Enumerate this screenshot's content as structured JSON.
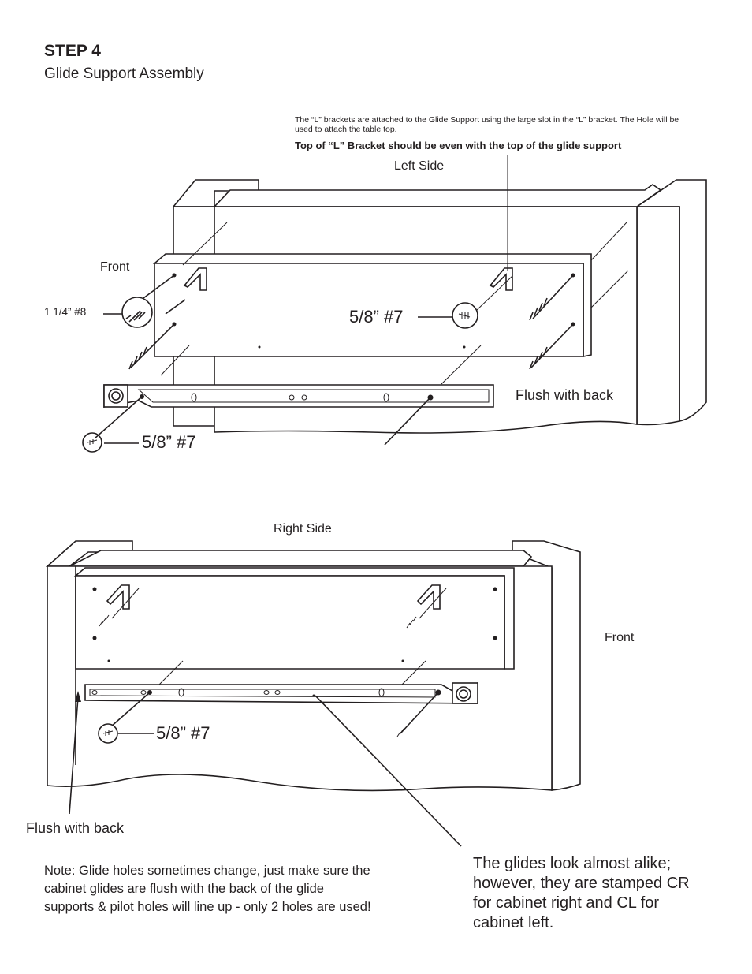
{
  "header": {
    "title": "STEP 4",
    "subtitle": "Glide Support Assembly"
  },
  "top_diagram": {
    "bracket_note": "The “L” brackets are attached to the Glide Support using the large slot in the “L” bracket. The Hole will be used to attach the table top.",
    "bracket_note_bold": "Top of “L” Bracket should be even with the top of the glide support",
    "side_label": "Left Side",
    "front_label": "Front",
    "screw_long_label": "1 1/4” #8",
    "screw_short_label_a": "5/8” #7",
    "screw_short_label_b": "5/8” #7",
    "flush_label": "Flush with back"
  },
  "bottom_diagram": {
    "side_label": "Right Side",
    "front_label": "Front",
    "screw_short_label": "5/8” #7",
    "flush_label": "Flush with back"
  },
  "notes": {
    "glide_holes": "Note: Glide holes sometimes change, just make sure the cabinet glides are flush with the back of the glide supports & pilot holes will line up - only 2 holes are used!",
    "glide_alike": "The glides look almost alike; however, they are stamped CR for cabinet right and CL for cabinet left."
  },
  "colors": {
    "ink": "#231f20",
    "paper": "#ffffff"
  }
}
